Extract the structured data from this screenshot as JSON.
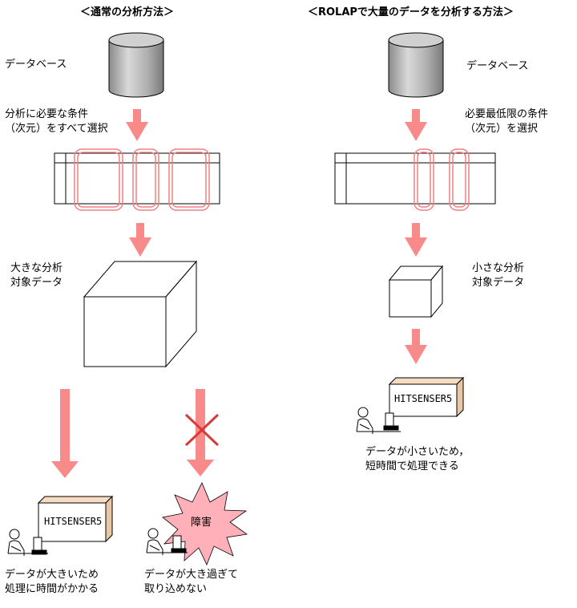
{
  "titles": {
    "left": "＜通常の分析方法＞",
    "right": "＜ROLAPで大量のデータを分析する方法＞"
  },
  "left": {
    "db_label": "データベース",
    "select_label": [
      "分析に必要な条件",
      "（次元）をすべて選択"
    ],
    "cube_label": [
      "大きな分析",
      "対象データ"
    ],
    "system_name": "HITSENSER5",
    "error_label": "障害",
    "result_slow": [
      "データが大きいため",
      "処理に時間がかかる"
    ],
    "result_fail": [
      "データが大き過ぎて",
      "取り込めない"
    ]
  },
  "right": {
    "db_label": "データベース",
    "select_label": [
      "必要最低限の条件",
      "（次元）を選択"
    ],
    "cube_label": [
      "小さな分析",
      "対象データ"
    ],
    "system_name": "HITSENSER5",
    "result": [
      "データが小さいため，",
      "短時間で処理できる"
    ]
  },
  "colors": {
    "arrow": "#f98a8a",
    "highlight": "#f08080",
    "cross": "#d83a3a",
    "db_fill": "#c0c0c0",
    "burst": "#ffb0b8",
    "box_side": "#e9c7a5"
  },
  "icons": [
    "database-icon",
    "table-icon",
    "cube-icon",
    "computer-user-icon",
    "cross-icon",
    "burst-icon"
  ]
}
